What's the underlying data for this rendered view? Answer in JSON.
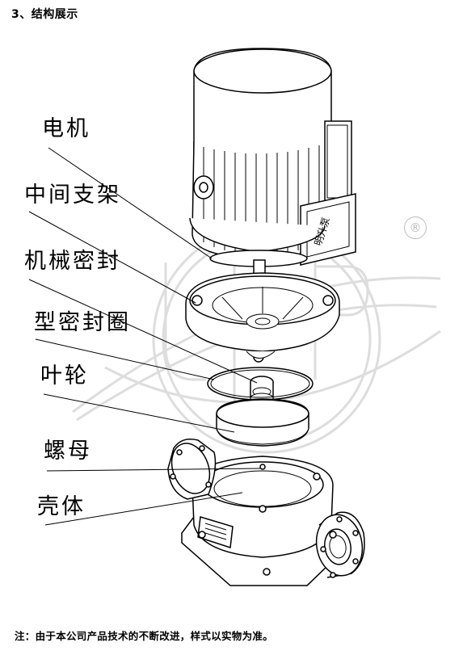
{
  "section_title": "3、结构展示",
  "labels": {
    "motor": "电机",
    "bracket": "中间支架",
    "mech_seal": "机械密封",
    "o_ring": "型密封圈",
    "impeller": "叶轮",
    "nut": "螺母",
    "casing": "壳体"
  },
  "nameplate_text": "明升泵",
  "registered_mark": "®",
  "footnote": "注：由于本公司产品技术的不断改进，样式以实物为准。",
  "colors": {
    "line": "#000000",
    "watermark": "#c8c8c8",
    "background": "#ffffff"
  }
}
